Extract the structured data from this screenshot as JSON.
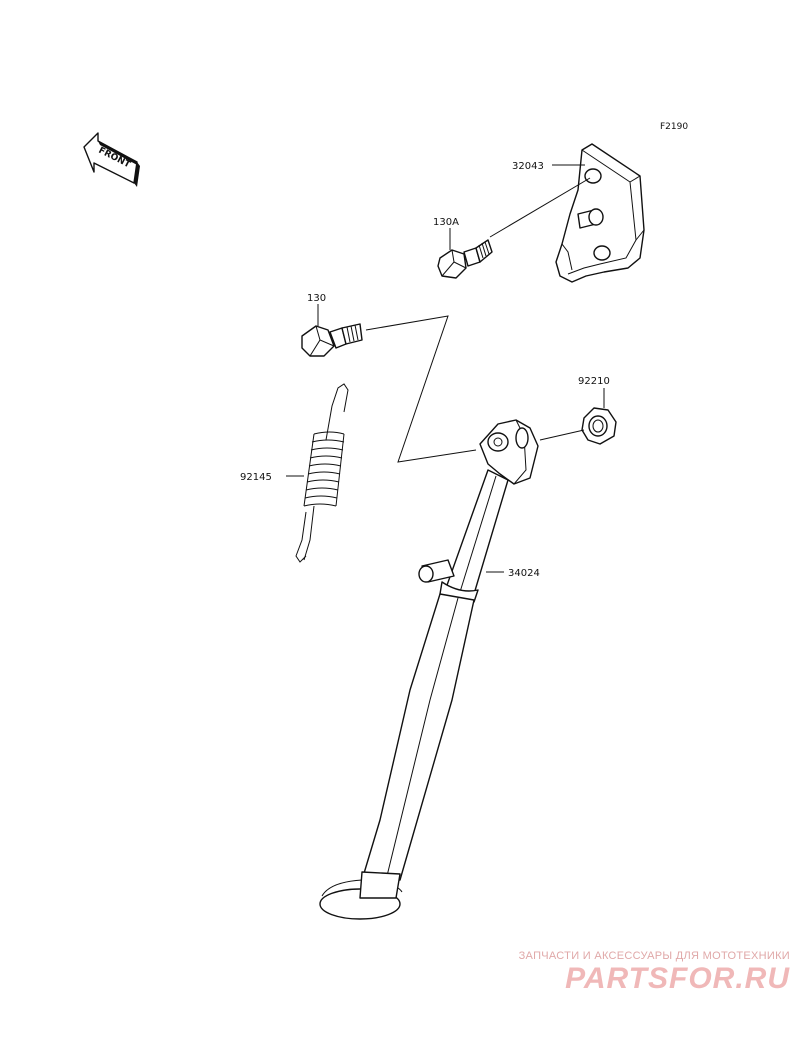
{
  "figure_code": "F2190",
  "front_arrow_text": "FRONT",
  "parts": {
    "bracket": "32043",
    "bolt_130a": "130A",
    "bolt_130": "130",
    "nut": "92210",
    "spring": "92145",
    "side_stand": "34024"
  },
  "watermark": {
    "tagline": "ЗАПЧАСТИ И АКСЕССУАРЫ ДЛЯ МОТОТЕХНИКИ",
    "logo": "PARTSFOR.RU",
    "color": "#f0b8b8"
  }
}
